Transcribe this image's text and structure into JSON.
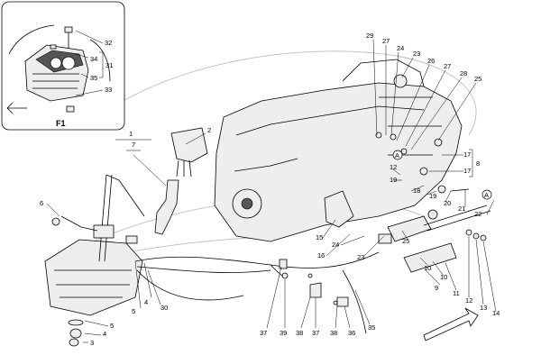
{
  "inset": {
    "title": "F1",
    "callouts": [
      "32",
      "34",
      "31",
      "35",
      "33"
    ]
  },
  "reference_marker": "A",
  "callouts": [
    "1",
    "7",
    "2",
    "6",
    "5",
    "4",
    "3",
    "5",
    "4",
    "30",
    "29",
    "27",
    "24",
    "23",
    "26",
    "27",
    "28",
    "25",
    "17",
    "17",
    "8",
    "12",
    "19",
    "18",
    "19",
    "20",
    "21",
    "22",
    "15",
    "16",
    "24",
    "23",
    "25",
    "10",
    "10",
    "9",
    "11",
    "12",
    "13",
    "14",
    "37",
    "39",
    "38",
    "37",
    "38",
    "36",
    "35"
  ]
}
